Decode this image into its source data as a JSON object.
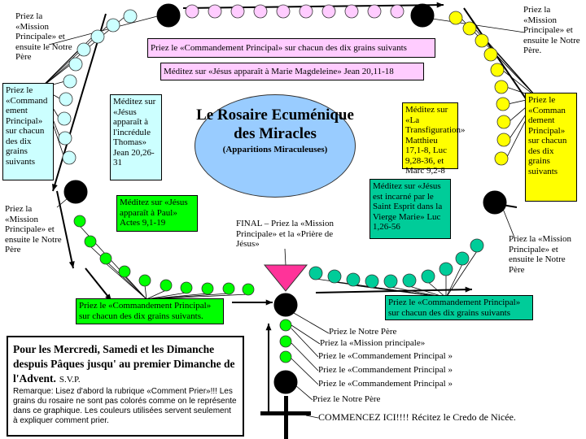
{
  "title": "Le Rosaire Ecuménique des Miracles",
  "subtitle": "(Apparitions Miraculeuses)",
  "colors": {
    "pink": "#ffccff",
    "yellow": "#ffff00",
    "green": "#00ff00",
    "teal": "#00cc99",
    "cyan": "#ccffff",
    "oval": "#99ccff",
    "magenta": "#ff3399"
  },
  "top_meditation": "Méditez sur «Jésus apparaît à Marie Magdeleine» Jean 20,11-18",
  "top_decade": "Priez le «Commandement Principal» sur chacun des dix grains suivants",
  "left_meditation": "Méditez sur «Jésus apparaît à l'incrédule Thomas» Jean 20,26-31",
  "left_decade": "Priez le «Command ement Principal» sur chacun des dix grains suivants",
  "right_meditation": "Méditez sur «La Transfiguration» Matthieu 17,1-8, Luc 9,28-36, et Marc 9,2-8",
  "right_decade": "Priez le «Comman dement Principal» sur chacun des dix grains suivants",
  "paul_meditation": "Méditez sur «Jésus apparaît à Paul» Actes 9,1-19",
  "incarnation_meditation": "Méditez sur «Jésus est incarné par le Saint Esprit dans la Vierge Marie» Luc 1,26-56",
  "bottom_left_decade": "Priez le «Commandement Principal» sur chacun des dix grains suivants.",
  "bottom_right_decade": "Priez le «Commandement Principal» sur chacun des dix grains suivants",
  "mission_top_left": "Priez la «Mission Principale» et ensuite le Notre Père",
  "mission_top_right": "Priez la «Mission Principale» et ensuite le Notre Père.",
  "mission_mid_left": "Priez la «Mission Principale» et ensuite le Notre Père",
  "mission_mid_right": "Priez la «Mission Principale» et ensuite le Notre Père",
  "final": "FINAL – Priez la «Mission Principale» et la «Prière de Jésus»",
  "stem_notre_pere_top": "Priez le Notre Père",
  "stem_mission": "Priez la «Mission principale»",
  "stem_commandement": "Priez le «Commandement Principal »",
  "stem_notre_pere_bottom": "Priez le Notre Père",
  "start": "COMMENCEZ ICI!!!! Récitez le Credo de Nicée.",
  "notice_heading": "Pour les Mercredi, Samedi et les Dimanche despuis Pâques jusqu' au premier Dimanche de l'Advent.",
  "notice_svp": "S.V.P.",
  "notice_remark": "Remarque: Lisez d'abord la rubrique «Comment Prier»!!! Les grains du rosaire ne sont pas colorés comme on le représente dans ce graphique. Les couleurs utilisées servent seulement à expliquer comment prier."
}
